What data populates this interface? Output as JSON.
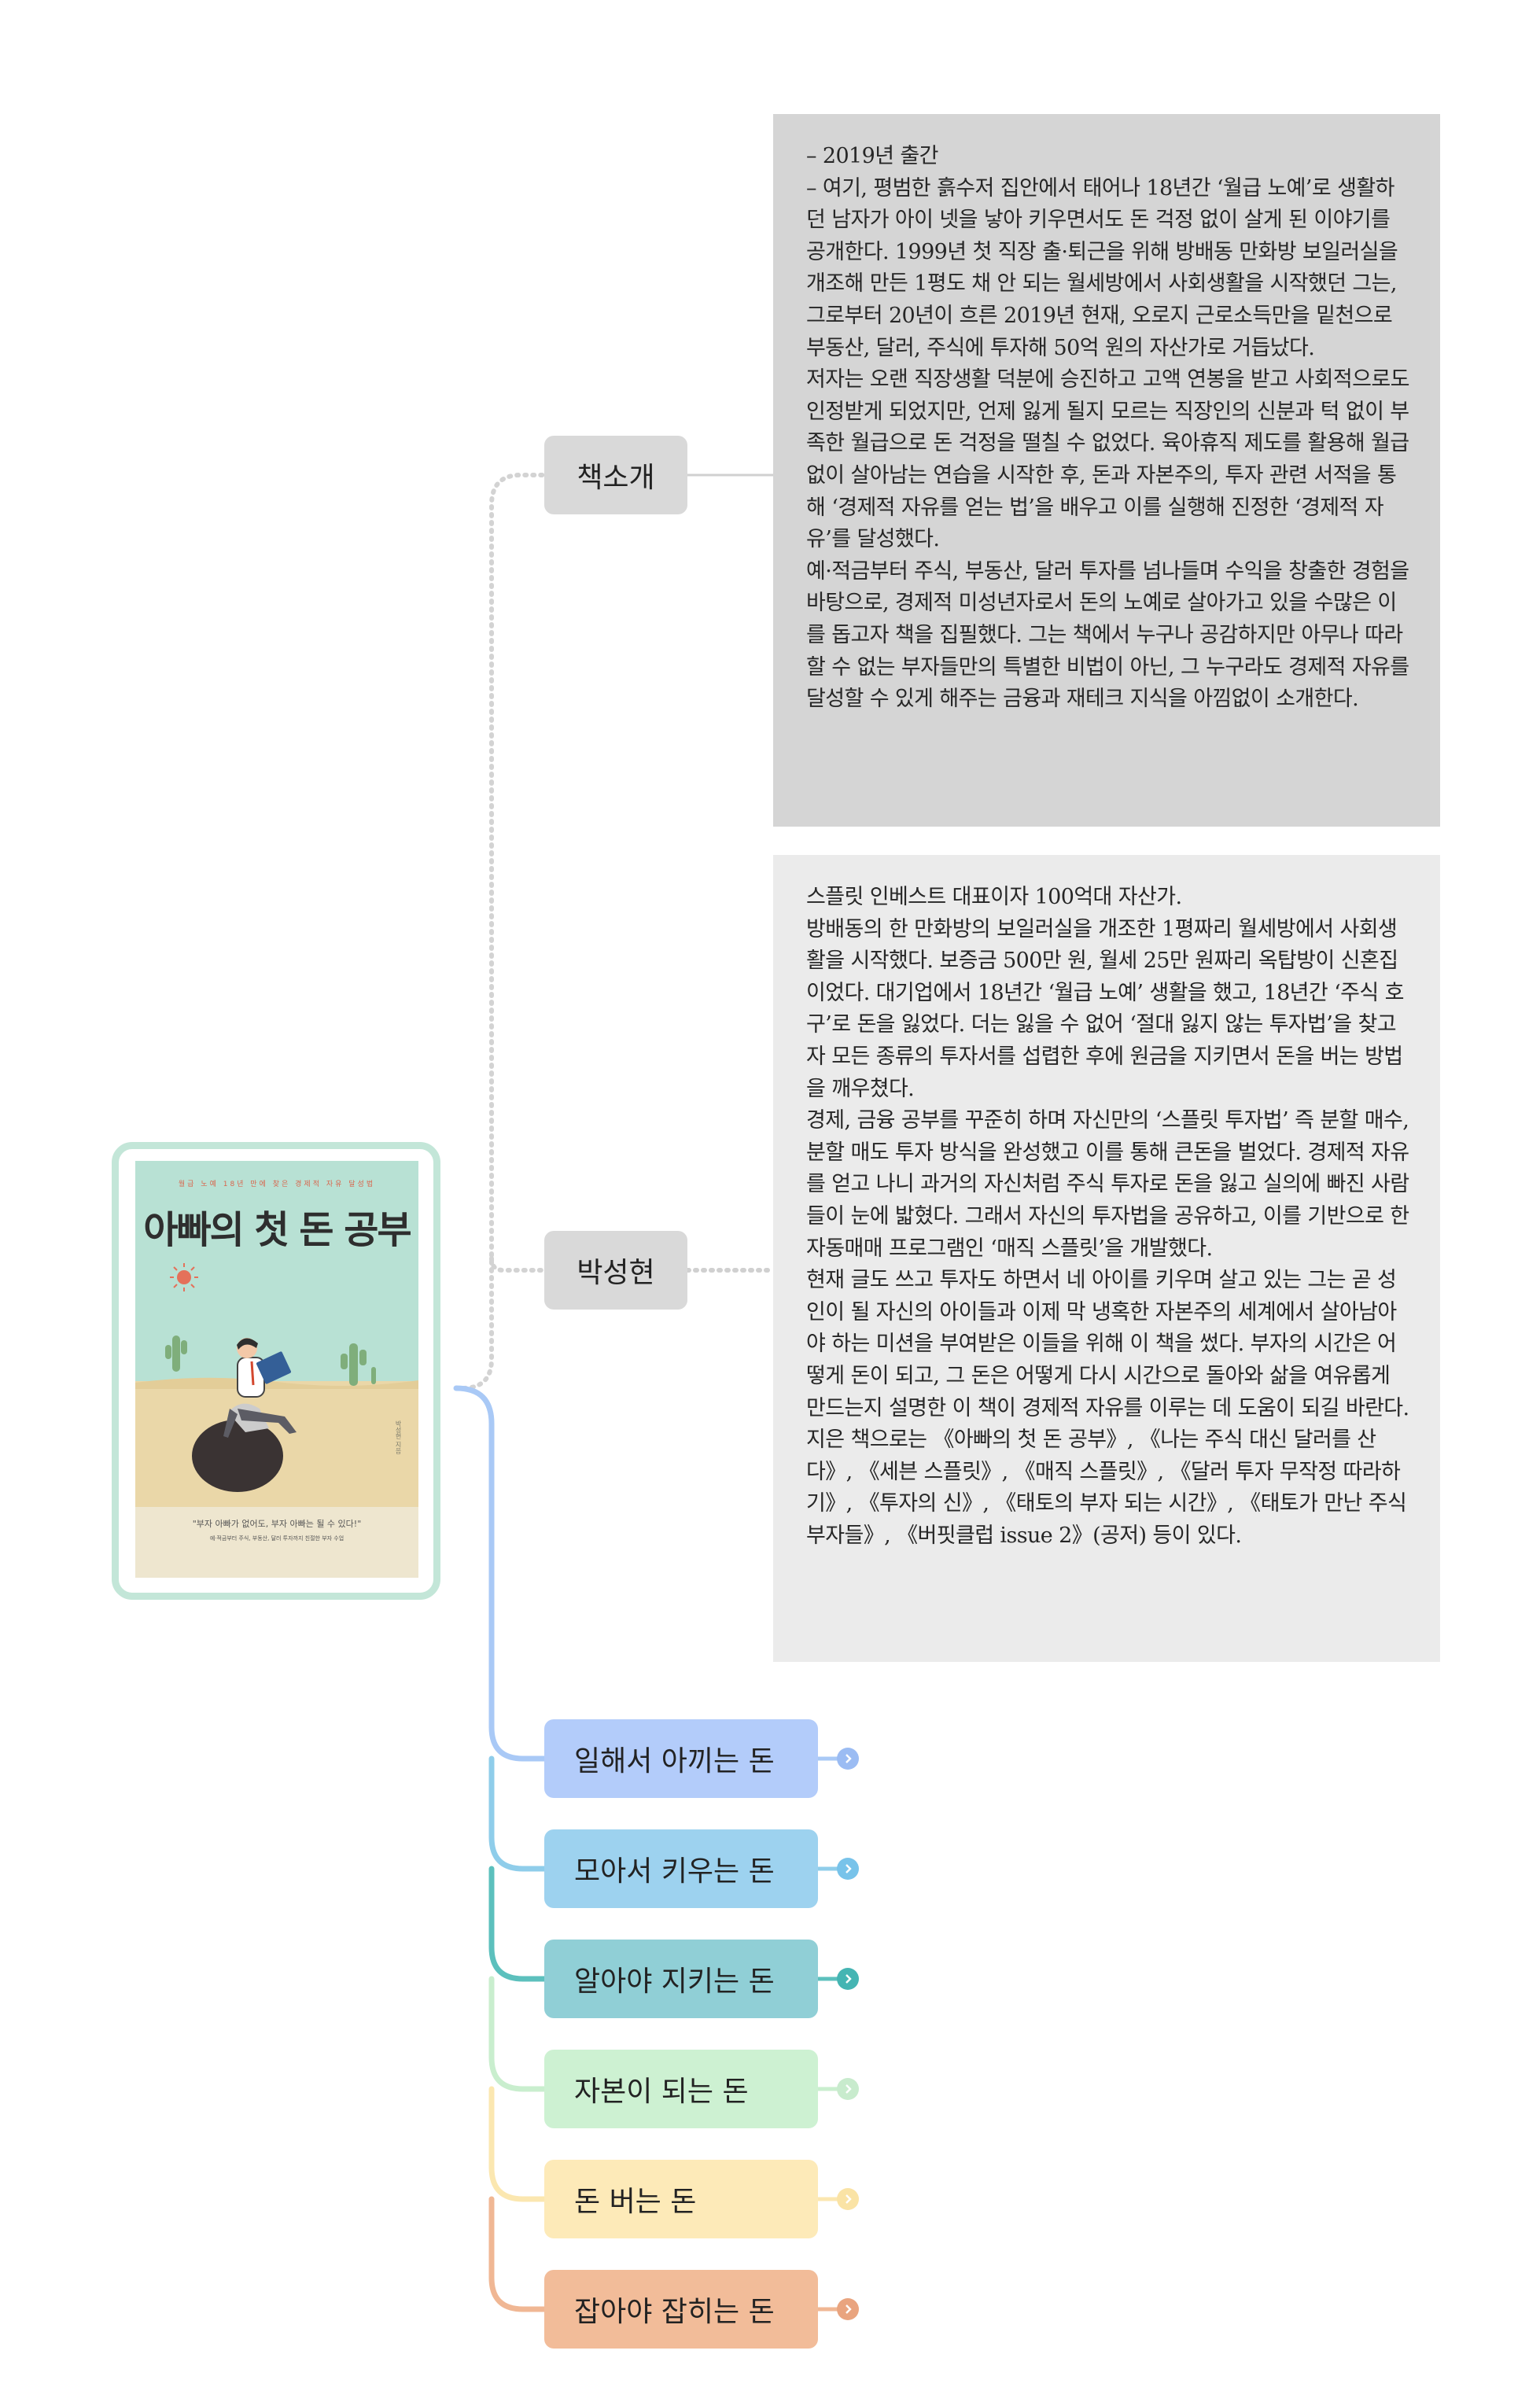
{
  "root": {
    "cover_subtitle": "월급 노예 18년 만에 찾은 경제적 자유 달성법",
    "cover_title": "아빠의 첫 돈 공부",
    "cover_author": "박성현 지음",
    "cover_quote": "\"부자 아빠가 없어도, 부자 아빠는 될 수 있다!\"",
    "cover_desc": "예·적금부터 주식, 부동산, 달러 투자까지 친절한 부자 수업"
  },
  "topics": [
    {
      "label": "책소개",
      "note": [
        "– 2019년 출간",
        "– 여기, 평범한 흙수저 집안에서 태어나 18년간 ‘월급 노예’로 생활하던 남자가 아이 넷을 낳아 키우면서도 돈 걱정 없이 살게 된 이야기를 공개한다. 1999년 첫 직장 출·퇴근을 위해 방배동 만화방 보일러실을 개조해 만든 1평도 채 안 되는 월세방에서 사회생활을 시작했던 그는, 그로부터 20년이 흐른 2019년 현재, 오로지 근로소득만을 밑천으로 부동산, 달러, 주식에 투자해 50억 원의 자산가로 거듭났다.",
        "저자는 오랜 직장생활 덕분에 승진하고 고액 연봉을 받고 사회적으로도 인정받게 되었지만, 언제 잃게 될지 모르는 직장인의 신분과 턱 없이 부족한 월급으로 돈 걱정을 떨칠 수 없었다. 육아휴직 제도를 활용해 월급 없이 살아남는 연습을 시작한 후, 돈과 자본주의, 투자 관련 서적을 통해 ‘경제적 자유를 얻는 법’을 배우고 이를 실행해 진정한 ‘경제적 자유’를 달성했다.",
        "예·적금부터 주식, 부동산, 달러 투자를 넘나들며 수익을 창출한 경험을 바탕으로, 경제적 미성년자로서 돈의 노예로 살아가고 있을 수많은 이를 돕고자 책을 집필했다. 그는 책에서 누구나 공감하지만 아무나 따라 할 수 없는 부자들만의 특별한 비법이 아닌, 그 누구라도 경제적 자유를 달성할 수 있게 해주는 금융과 재테크 지식을 아낌없이 소개한다."
      ]
    },
    {
      "label": "박성현",
      "note": [
        "스플릿 인베스트 대표이자 100억대 자산가.",
        "방배동의 한 만화방의 보일러실을 개조한 1평짜리 월세방에서 사회생활을 시작했다. 보증금 500만 원, 월세 25만 원짜리 옥탑방이 신혼집이었다. 대기업에서 18년간 ‘월급 노예’ 생활을 했고, 18년간 ‘주식 호구’로 돈을 잃었다. 더는 잃을 수 없어 ‘절대 잃지 않는 투자법’을 찾고자 모든 종류의 투자서를 섭렵한 후에 원금을 지키면서 돈을 버는 방법을 깨우쳤다.",
        "경제, 금융 공부를 꾸준히 하며 자신만의 ‘스플릿 투자법’ 즉 분할 매수, 분할 매도 투자 방식을 완성했고 이를 통해 큰돈을 벌었다. 경제적 자유를 얻고 나니 과거의 자신처럼 주식 투자로 돈을 잃고 실의에 빠진 사람들이 눈에 밟혔다. 그래서 자신의 투자법을 공유하고, 이를 기반으로 한 자동매매 프로그램인 ‘매직 스플릿’을 개발했다.",
        "현재 글도 쓰고 투자도 하면서 네 아이를 키우며 살고 있는 그는 곧 성인이 될 자신의 아이들과 이제 막 냉혹한 자본주의 세계에서 살아남아야 하는 미션을 부여받은 이들을 위해 이 책을 썼다. 부자의 시간은 어떻게 돈이 되고, 그 돈은 어떻게 다시 시간으로 돌아와 삶을 여유롭게 만드는지 설명한 이 책이 경제적 자유를 이루는 데 도움이 되길 바란다.",
        "지은 책으로는 《아빠의 첫 돈 공부》, 《나는 주식 대신 달러를 산다》, 《세븐 스플릿》, 《매직 스플릿》, 《달러 투자 무작정 따라하기》, 《투자의 신》, 《태토의 부자 되는 시간》, 《태토가 만난 주식 부자들》, 《버핏클럽 issue 2》(공저) 등이 있다."
      ]
    },
    {
      "label": "일해서 아끼는 돈"
    },
    {
      "label": "모아서 키우는 돈"
    },
    {
      "label": "알아야 지키는 돈"
    },
    {
      "label": "자본이 되는 돈"
    },
    {
      "label": "돈 버는 돈"
    },
    {
      "label": "잡아야 잡히는 돈"
    }
  ],
  "colors": {
    "root_frame": "#c3e6d8",
    "note_primary": "#d5d5d5",
    "note_secondary": "#ebebeb",
    "topic_gray": "#d9d9d9",
    "branches": [
      "#b3ccfa",
      "#9dd2ef",
      "#90cfd6",
      "#cdf1d2",
      "#fdeab8",
      "#f2bc99"
    ],
    "branch_lines": [
      "#a9c9f6",
      "#8fcdea",
      "#5cc0bd",
      "#c9eece",
      "#fbe7b0",
      "#f0b794"
    ],
    "expand_icons": [
      "#9bbcf3",
      "#78c3ea",
      "#45b5b3",
      "#c8ebcd",
      "#fae3a5",
      "#e9a47f"
    ]
  },
  "icons": {
    "expand": "chevron-right-icon"
  }
}
